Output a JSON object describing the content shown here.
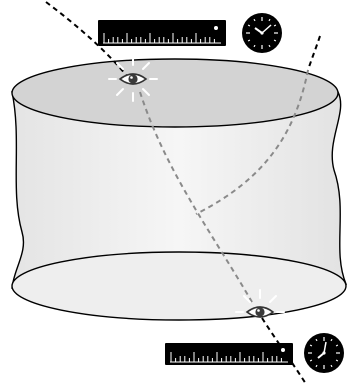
{
  "diagram": {
    "elements": [
      {
        "id": "cylinder",
        "kind": "curved-cylinder"
      },
      {
        "id": "observer-top",
        "kind": "eye-icon"
      },
      {
        "id": "observer-bottom",
        "kind": "eye-icon"
      },
      {
        "id": "ruler-top",
        "kind": "ruler-icon"
      },
      {
        "id": "ruler-bottom",
        "kind": "ruler-icon"
      },
      {
        "id": "clock-top",
        "kind": "clock-icon"
      },
      {
        "id": "clock-bottom",
        "kind": "clock-icon"
      },
      {
        "id": "worldline-main",
        "kind": "dashed-path"
      },
      {
        "id": "worldline-branch",
        "kind": "dashed-path"
      }
    ],
    "colors": {
      "outline": "#000000",
      "body_fill": "#f0f0f0",
      "top_fill": "#d2d2d2",
      "inner_dash": "#8a8a8a",
      "glow": "#ffffff"
    }
  }
}
